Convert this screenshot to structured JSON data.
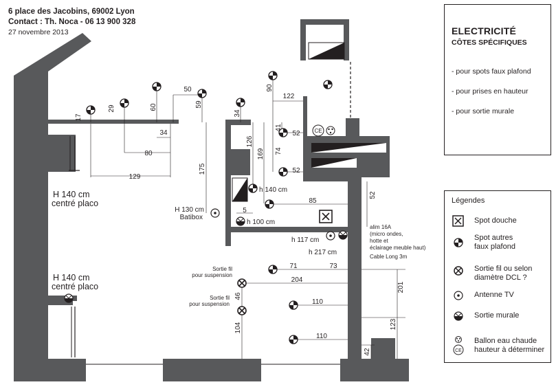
{
  "header": {
    "address": "6 place des Jacobins, 69002 Lyon",
    "contact": "Contact : Th. Noca - 06 13 900 328",
    "date": "27 novembre 2013"
  },
  "title_panel": {
    "title": "ELECTRICITÉ",
    "subtitle": "CÔTES SPÉCIFIQUES",
    "notes": [
      "- pour spots faux plafond",
      "- pour prises en hauteur",
      "- pour sortie murale"
    ]
  },
  "legend": {
    "title": "Légendes",
    "items": [
      {
        "icon": "spot-douche-icon",
        "lines": [
          "Spot douche"
        ]
      },
      {
        "icon": "spot-icon",
        "lines": [
          "Spot autres",
          "faux plafond"
        ]
      },
      {
        "icon": "sortie-fil-icon",
        "lines": [
          "Sortie fil ou  selon",
          "diamètre DCL ?"
        ]
      },
      {
        "icon": "antenne-tv-icon",
        "lines": [
          "Antenne TV"
        ]
      },
      {
        "icon": "sortie-murale-icon",
        "lines": [
          "Sortie murale"
        ]
      },
      {
        "icon": "ballon-eau-chaude-icon",
        "lines": [
          "Ballon eau chaude",
          "hauteur à déterminer"
        ]
      }
    ]
  },
  "plan": {
    "dimensions": [
      "17",
      "29",
      "60",
      "50",
      "59",
      "34",
      "90",
      "122",
      "34",
      "80",
      "129",
      "175",
      "126",
      "169",
      "74",
      "41",
      "52",
      "52",
      "52",
      "5",
      "85",
      "71",
      "73",
      "204",
      "46",
      "110",
      "104",
      "110",
      "201",
      "123",
      "42"
    ],
    "labels": {
      "h140_1": "H 140 cm",
      "placo_1": "centré placo",
      "h140_2": "H 140 cm",
      "placo_2": "centré placo",
      "h130": "H 130 cm",
      "batibox": "Batibox",
      "h100": "h 100 cm",
      "h140_small": "h 140 cm",
      "h117": "h 117 cm",
      "h217": "h 217 cm",
      "alim": [
        "alim 16A",
        "(micro ondes,",
        "hotte et",
        "éclairage meuble haut)",
        "Cable Long 3m"
      ],
      "sortie_fil_1": [
        "Sortie fil",
        "pour suspension"
      ],
      "sortie_fil_2": [
        "Sortie fil",
        "pour suspension"
      ],
      "ce": "CE"
    }
  }
}
